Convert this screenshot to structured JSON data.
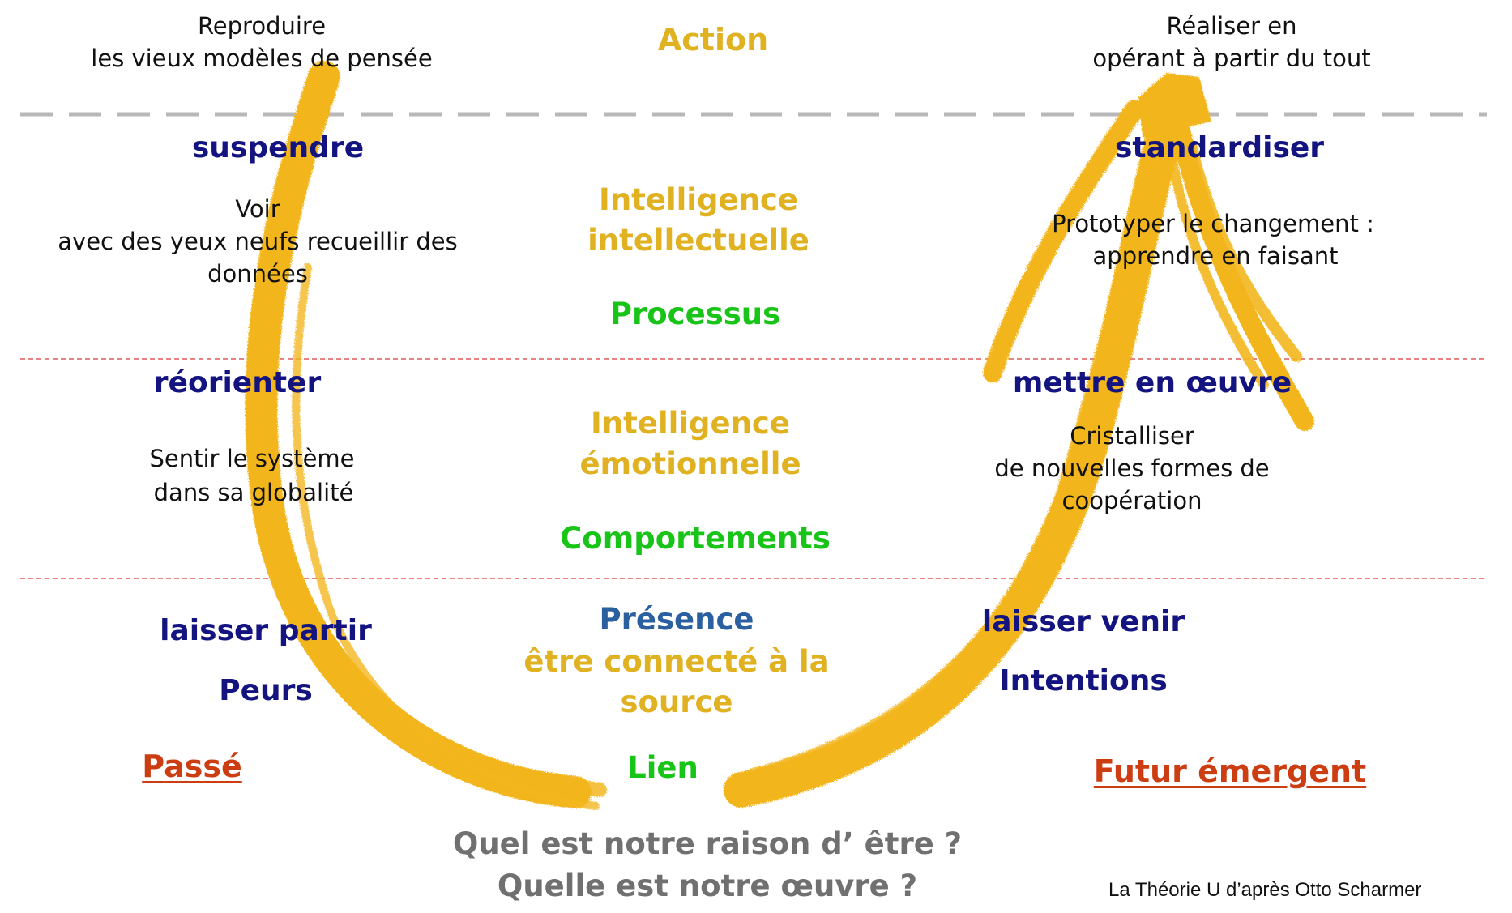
{
  "top_left": {
    "line1": "Reproduire",
    "line2": "les vieux modèles de pensée"
  },
  "top_center": "Action",
  "top_right": {
    "line1": "Réaliser en",
    "line2": "opérant à partir du tout"
  },
  "left": {
    "suspend": {
      "verb": "suspendre",
      "line1": "Voir",
      "line2": "avec des yeux neufs recueillir des",
      "line3": "données"
    },
    "redirect": {
      "verb": "réorienter",
      "line1": "Sentir  le système",
      "line2": "dans sa globalité"
    },
    "letgo": {
      "verb": "laisser partir",
      "emotion": "Peurs"
    },
    "time": "Passé"
  },
  "center": {
    "intel1_line1": "Intelligence",
    "intel1_line2": "intellectuelle",
    "processus": "Processus",
    "intel2_line1": "Intelligence",
    "intel2_line2": "émotionnelle",
    "comportements": "Comportements",
    "presence": "Présence",
    "presence_line1": "être connecté à la",
    "presence_line2": "source",
    "lien": "Lien"
  },
  "right": {
    "standardise": {
      "verb": "standardiser",
      "line1": "Prototyper le changement :",
      "line2": "apprendre en faisant"
    },
    "enact": {
      "verb": "mettre en œuvre",
      "line1": "Cristalliser",
      "line2": "de nouvelles formes de",
      "line3": "coopération"
    },
    "letcome": {
      "verb": "laisser venir",
      "emotion": "Intentions"
    },
    "time": "Futur émergent"
  },
  "bottom": {
    "question1": "Quel est notre raison d’ être ?",
    "question2": "Quelle est notre œuvre ?"
  },
  "credit": "La Théorie U  d’après Otto Scharmer",
  "colors": {
    "arrow": "#f2b61f",
    "verbs": "#141480",
    "gold_text": "#e0b120",
    "green_text": "#18c418",
    "time_labels": "#cc3d12",
    "questions": "#707070",
    "grey_divider": "#b8b8b8",
    "red_divider": "#e05a5a"
  }
}
